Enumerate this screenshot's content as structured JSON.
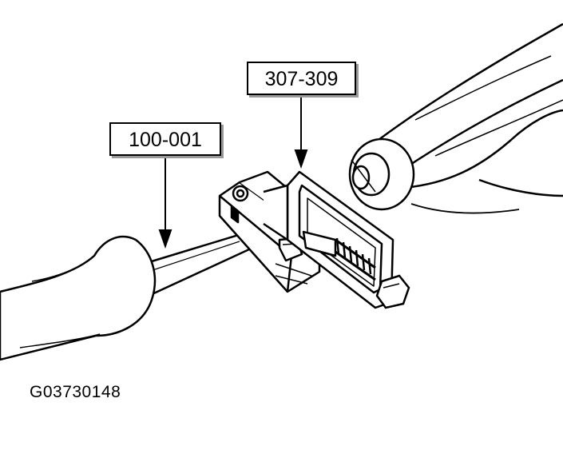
{
  "callouts": {
    "slide_hammer": "100-001",
    "puller": "307-309"
  },
  "figure_id": "G03730148",
  "colors": {
    "line": "#000000",
    "shade": "#9a9a9a",
    "background": "#ffffff"
  }
}
